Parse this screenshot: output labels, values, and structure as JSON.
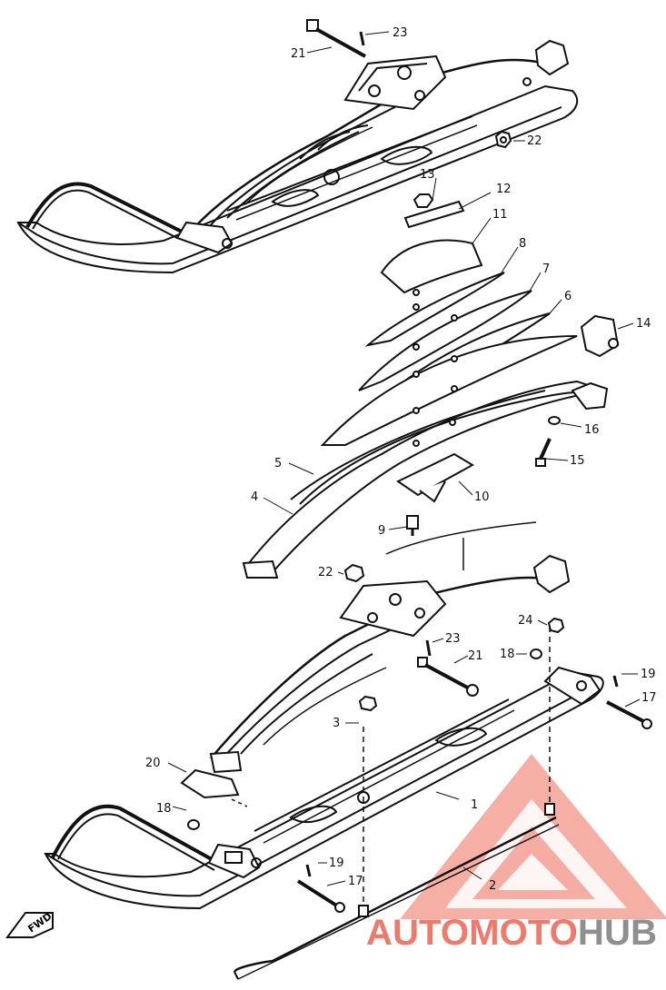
{
  "callouts": {
    "c1": "1",
    "c2": "2",
    "c3": "3",
    "c4": "4",
    "c5": "5",
    "c6": "6",
    "c7": "7",
    "c8": "8",
    "c9": "9",
    "c10": "10",
    "c11": "11",
    "c12": "12",
    "c13": "13",
    "c14": "14",
    "c15": "15",
    "c16": "16",
    "c17a": "17",
    "c17b": "17",
    "c18a": "18",
    "c18b": "18",
    "c19a": "19",
    "c19b": "19",
    "c20": "20",
    "c21a": "21",
    "c21b": "21",
    "c22a": "22",
    "c22b": "22",
    "c23a": "23",
    "c23b": "23",
    "c24": "24"
  },
  "direction_marker": {
    "label": "FWD"
  },
  "watermark": {
    "brand": "AUTOMOTOHUB",
    "part_auto": "AUTO",
    "part_moto": "MOTO",
    "part_hub": "HUB",
    "accent_color": "#f07a6a",
    "hub_color": "#8f8f8f"
  }
}
